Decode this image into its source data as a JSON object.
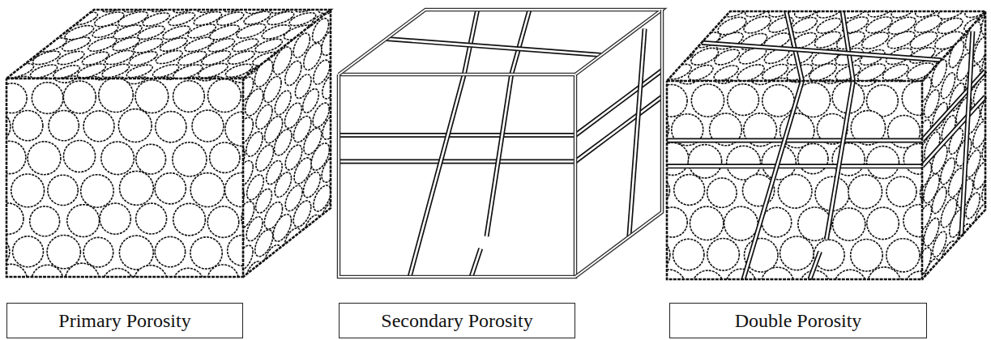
{
  "diagram": {
    "nodes": [
      {
        "text": [
          "Primary Porosity"
        ]
      },
      {
        "text": [
          "Secondary Porosity"
        ]
      },
      {
        "text": [
          "Double Porosity"
        ]
      }
    ]
  }
}
